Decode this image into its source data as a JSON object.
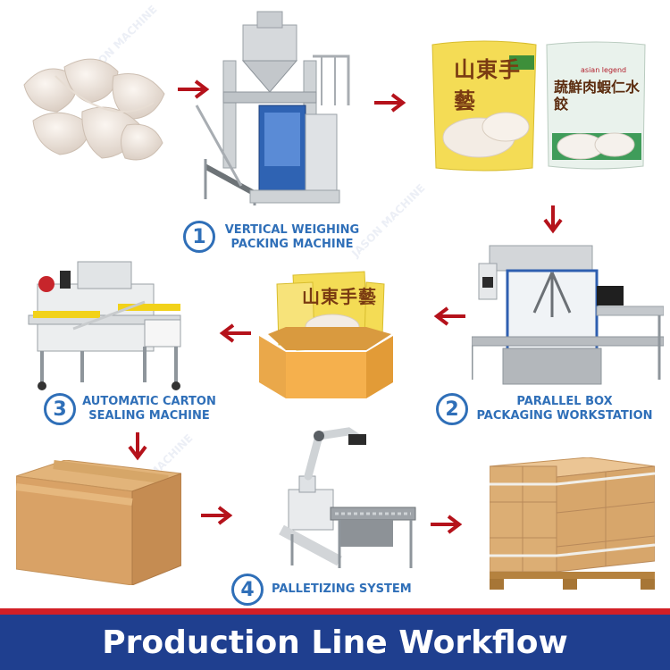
{
  "footer": {
    "title": "Production Line Workflow"
  },
  "steps": [
    {
      "number": "1",
      "line1": "VERTICAL WEIGHING",
      "line2": "PACKING MACHINE"
    },
    {
      "number": "2",
      "line1": "PARALLEL BOX",
      "line2": "PACKAGING WORKSTATION"
    },
    {
      "number": "3",
      "line1": "AUTOMATIC CARTON",
      "line2": "SEALING MACHINE"
    },
    {
      "number": "4",
      "line1": "PALLETIZING SYSTEM",
      "line2": ""
    }
  ],
  "packaging": {
    "bag1_chars": "山東手藝",
    "bag2_brand": "asian legend",
    "bag2_chars": "蔬鮮肉蝦仁水餃",
    "box_bag_chars": "山東手藝"
  },
  "watermark": "JASON MACHINE",
  "colors": {
    "arrow": "#b5121b",
    "step_blue": "#2f6fb8",
    "footer_bg": "#1f3f8f",
    "footer_stripe": "#d21f26"
  }
}
